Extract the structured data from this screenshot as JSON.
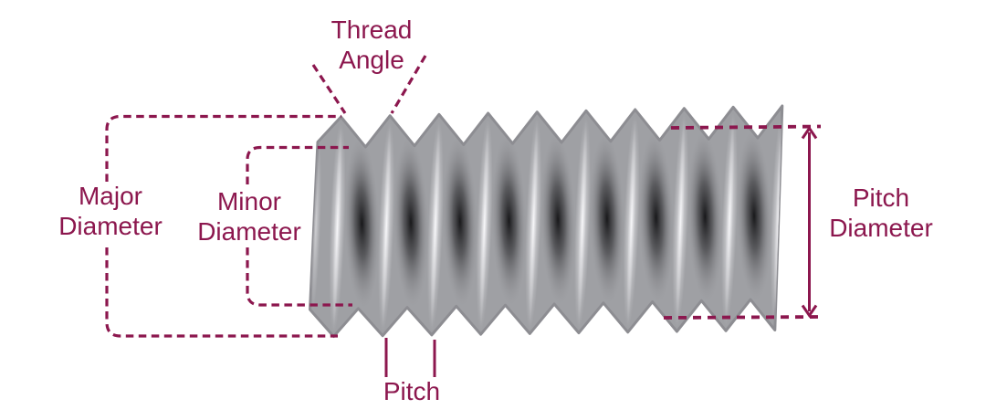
{
  "figure": {
    "description": "Screw thread terminology diagram"
  },
  "labels": {
    "thread_angle": {
      "line1": "Thread",
      "line2": "Angle"
    },
    "major_diameter": {
      "line1": "Major",
      "line2": "Diameter"
    },
    "minor_diameter": {
      "line1": "Minor",
      "line2": "Diameter"
    },
    "pitch_diameter": {
      "line1": "Pitch",
      "line2": "Diameter"
    },
    "pitch": {
      "line1": "Pitch"
    }
  },
  "colors": {
    "accent": "#8C174E",
    "background": "#FFFFFF",
    "body_fill": "#9FA0A4",
    "body_outline": "#8D8D92",
    "streak_light": "#F2F2F4",
    "shadow_dark": "#0C0C0E"
  }
}
